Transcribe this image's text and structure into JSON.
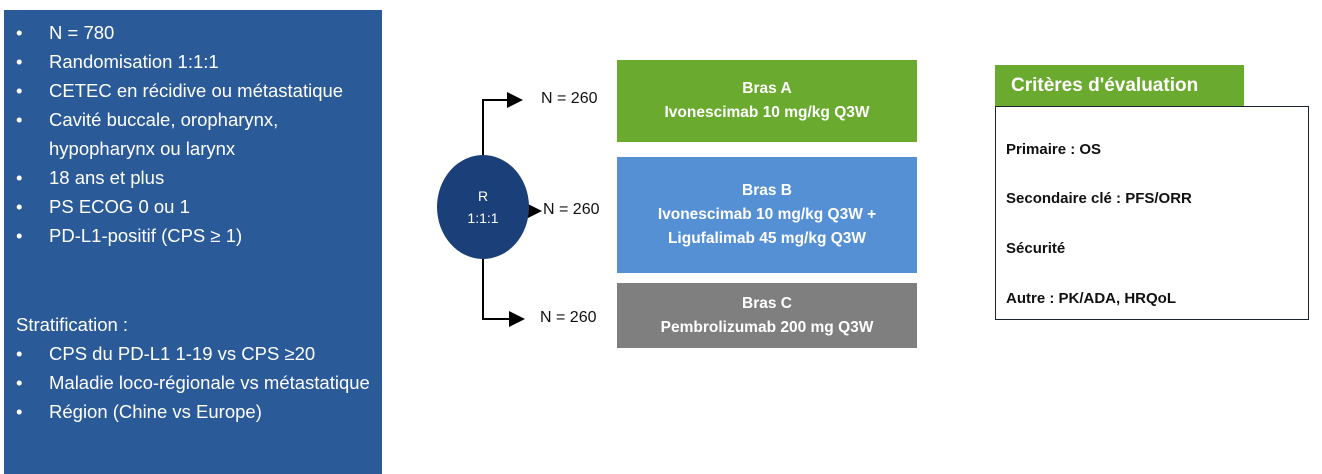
{
  "eligibility": {
    "items": [
      "N = 780",
      "Randomisation 1:1:1",
      "CETEC en récidive ou métastatique",
      "Cavité buccale, oropharynx, hypopharynx ou larynx",
      "18 ans et plus",
      "PS ECOG 0 ou 1",
      "PD-L1-positif (CPS ≥ 1)"
    ],
    "stratification_title": "Stratification :",
    "stratification": [
      "CPS du PD-L1 1-19 vs CPS ≥20",
      "Maladie loco-régionale vs métastatique",
      "Région (Chine vs Europe)"
    ]
  },
  "randomization": {
    "letter": "R",
    "ratio": "1:1:1"
  },
  "arms": [
    {
      "n": "N = 260",
      "title": "Bras A",
      "lines": [
        "Ivonescimab 10 mg/kg Q3W"
      ],
      "color": "#6AAA2E"
    },
    {
      "n": "N = 260",
      "title": "Bras B",
      "lines": [
        "Ivonescimab 10 mg/kg Q3W +",
        "Ligufalimab 45 mg/kg Q3W"
      ],
      "color": "#5690D4"
    },
    {
      "n": "N = 260",
      "title": "Bras C",
      "lines": [
        "Pembrolizumab 200 mg Q3W"
      ],
      "color": "#7F7F7F"
    }
  ],
  "criteria": {
    "title": "Critères d'évaluation",
    "items": [
      "Primaire : OS",
      "Secondaire clé : PFS/ORR",
      "Sécurité",
      "Autre : PK/ADA, HRQoL"
    ]
  }
}
